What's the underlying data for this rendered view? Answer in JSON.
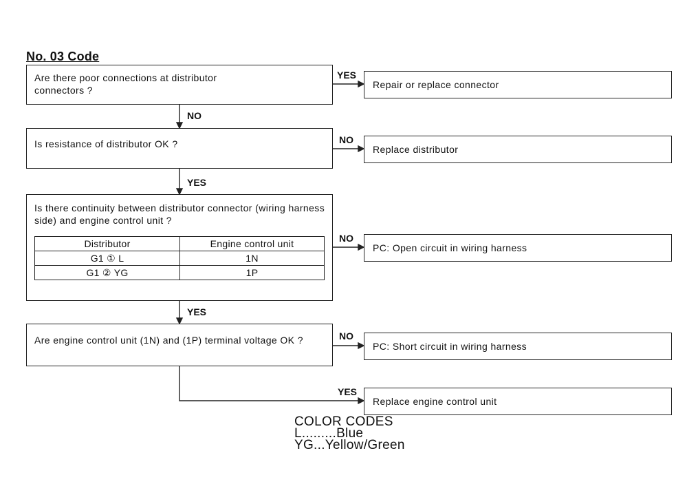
{
  "title": "No. 03 Code",
  "questions": {
    "q1": "Are there poor connections at distributor connectors ?",
    "q2": "Is resistance of distributor OK ?",
    "q3": "Is there continuity between distributor connector (wiring harness side) and engine control unit ?",
    "q4": "Are engine control unit (1N) and (1P) terminal voltage OK ?"
  },
  "results": {
    "r1": "Repair or replace connector",
    "r2": "Replace distributor",
    "r3": "PC: Open circuit in wiring harness",
    "r4": "PC: Short circuit in wiring harness",
    "r5": "Replace engine control unit"
  },
  "labels": {
    "q1_right": "YES",
    "q1_down": "NO",
    "q2_right": "NO",
    "q2_down": "YES",
    "q3_right": "NO",
    "q3_down": "YES",
    "q4_right": "NO",
    "q4_yes": "YES"
  },
  "continuity_table": {
    "headers": [
      "Distributor",
      "Engine control unit"
    ],
    "rows": [
      [
        "G1 ① L",
        "1N"
      ],
      [
        "G1 ② YG",
        "1P"
      ]
    ]
  },
  "legend": {
    "heading": "COLOR CODES",
    "items": [
      "L.........Blue",
      "YG...Yellow/Green"
    ]
  }
}
